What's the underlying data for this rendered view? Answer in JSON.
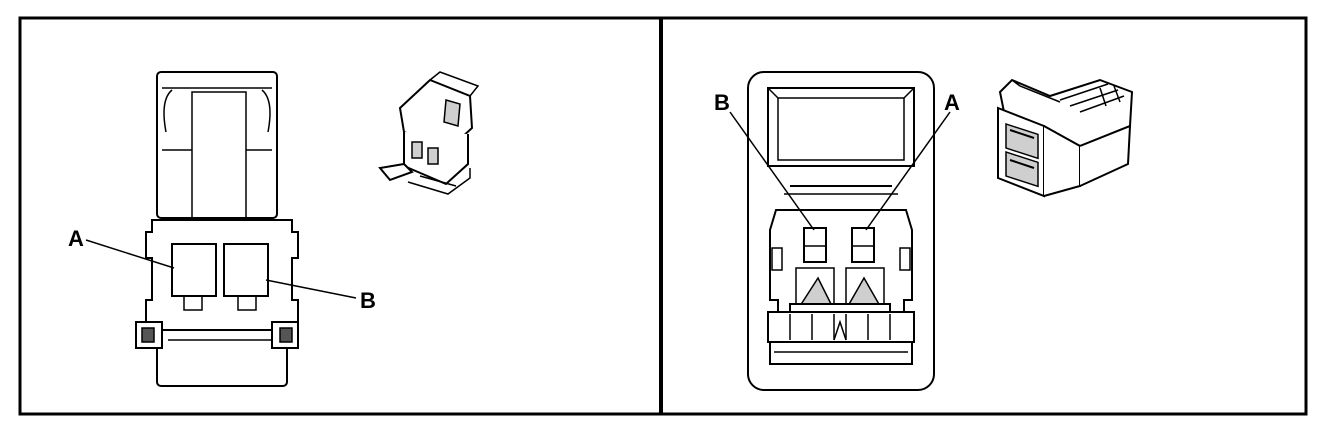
{
  "panels": [
    {
      "id": "left",
      "labels": {
        "a": "A",
        "b": "B"
      }
    },
    {
      "id": "right",
      "labels": {
        "a": "A",
        "b": "B"
      }
    }
  ],
  "colors": {
    "line": "#000000",
    "background": "#ffffff",
    "shade": "#cfcfcf"
  }
}
